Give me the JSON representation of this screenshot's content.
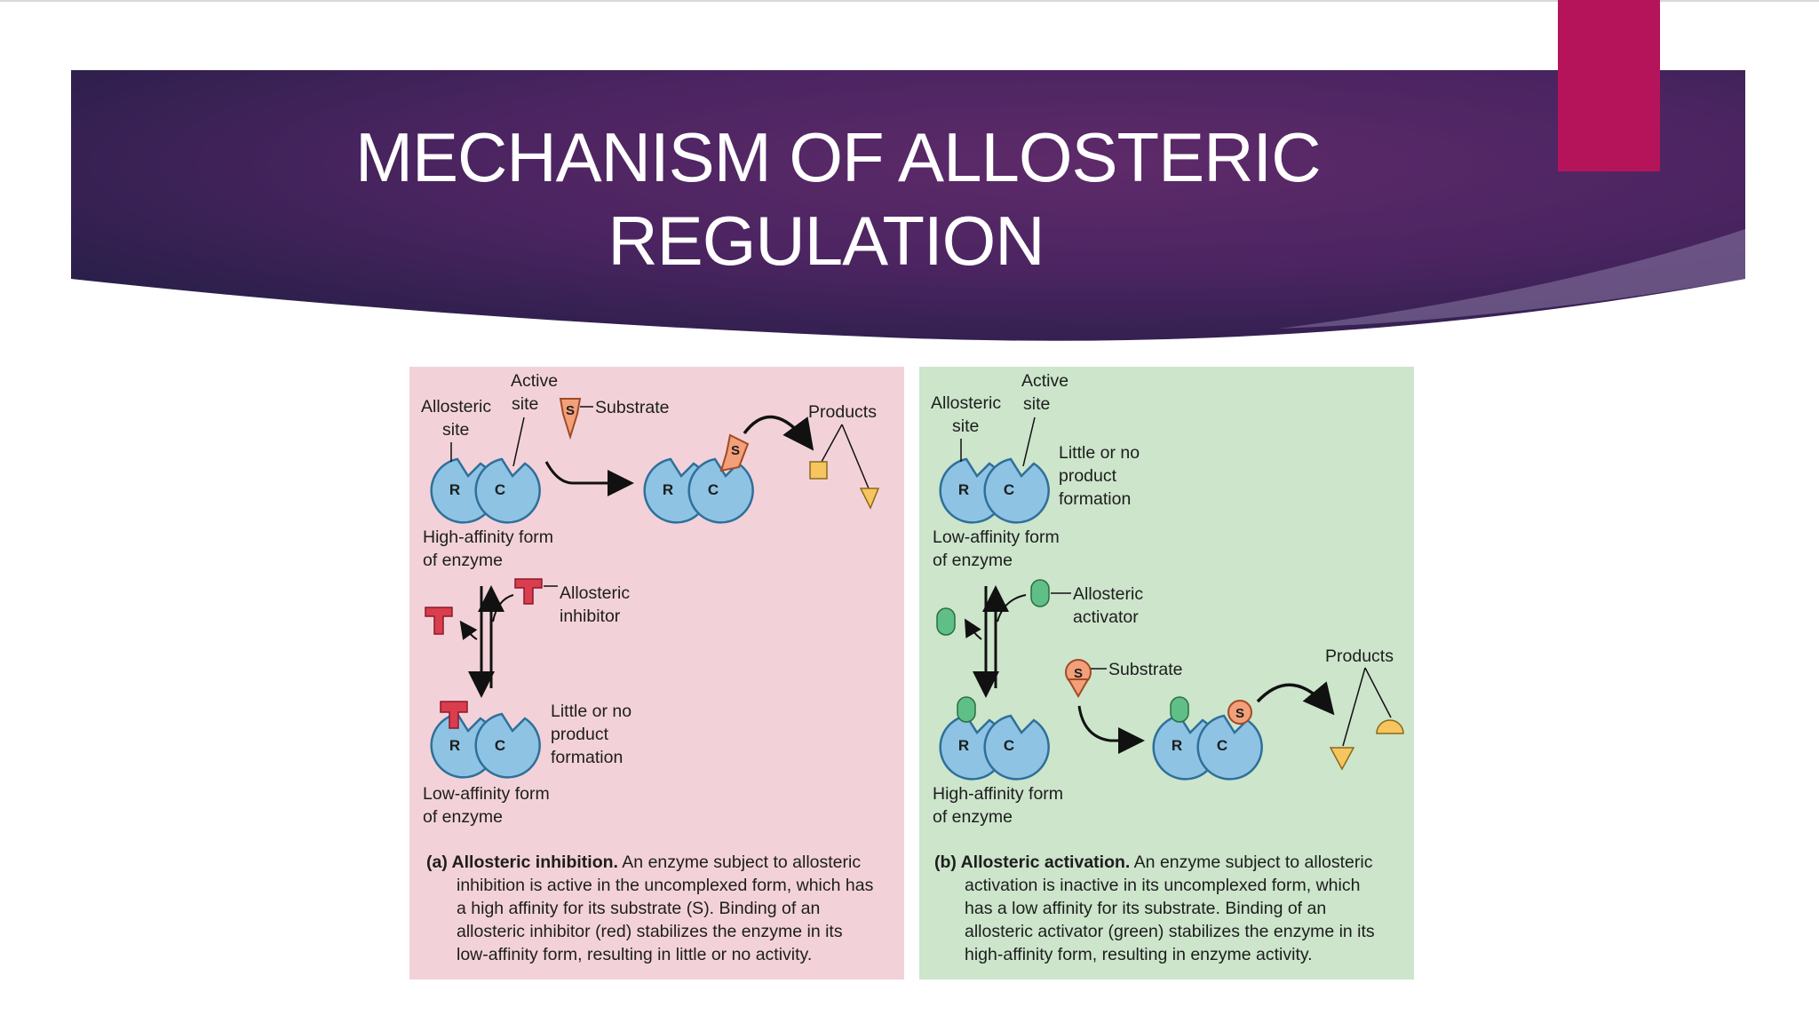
{
  "slide": {
    "title_line1": "MECHANISM OF ALLOSTERIC",
    "title_line2": "REGULATION",
    "colors": {
      "banner_dark": "#2b1f4d",
      "banner_mid": "#5a2564",
      "accent_tab": "#b5145b",
      "panel_a": "#f2d2d8",
      "panel_b": "#cce5cb"
    }
  },
  "panel_a": {
    "active_site_1": "Active",
    "active_site_2": "site",
    "allosteric_site_1": "Allosteric",
    "allosteric_site_2": "site",
    "substrate": "Substrate",
    "products": "Products",
    "high_affinity_1": "High-affinity form",
    "high_affinity_2": "of enzyme",
    "inhibitor_1": "Allosteric",
    "inhibitor_2": "inhibitor",
    "little_1": "Little or no",
    "little_2": "product",
    "little_3": "formation",
    "low_affinity_1": "Low-affinity form",
    "low_affinity_2": "of enzyme",
    "caption_label": "(a) Allosteric inhibition.",
    "caption_l1": "An enzyme subject to allosteric",
    "caption_l2": "inhibition is active in the uncomplexed form, which has",
    "caption_l3": "a high affinity for its substrate (S). Binding of an",
    "caption_l4": "allosteric inhibitor (red) stabilizes the enzyme in its",
    "caption_l5": "low-affinity form, resulting in little or no activity."
  },
  "panel_b": {
    "active_site_1": "Active",
    "active_site_2": "site",
    "allosteric_site_1": "Allosteric",
    "allosteric_site_2": "site",
    "little_1": "Little or no",
    "little_2": "product",
    "little_3": "formation",
    "low_affinity_1": "Low-affinity form",
    "low_affinity_2": "of enzyme",
    "activator_1": "Allosteric",
    "activator_2": "activator",
    "substrate": "Substrate",
    "products": "Products",
    "high_affinity_1": "High-affinity form",
    "high_affinity_2": "of enzyme",
    "caption_label": "(b) Allosteric activation.",
    "caption_l1": "An enzyme subject to allosteric",
    "caption_l2": "activation is inactive in its uncomplexed form, which",
    "caption_l3": "has a low affinity for its substrate. Binding of an",
    "caption_l4": "allosteric activator (green) stabilizes the enzyme in its",
    "caption_l5": "high-affinity form, resulting in enzyme activity."
  },
  "glyphs": {
    "regulatory": "R",
    "catalytic": "C",
    "substrate": "S"
  }
}
